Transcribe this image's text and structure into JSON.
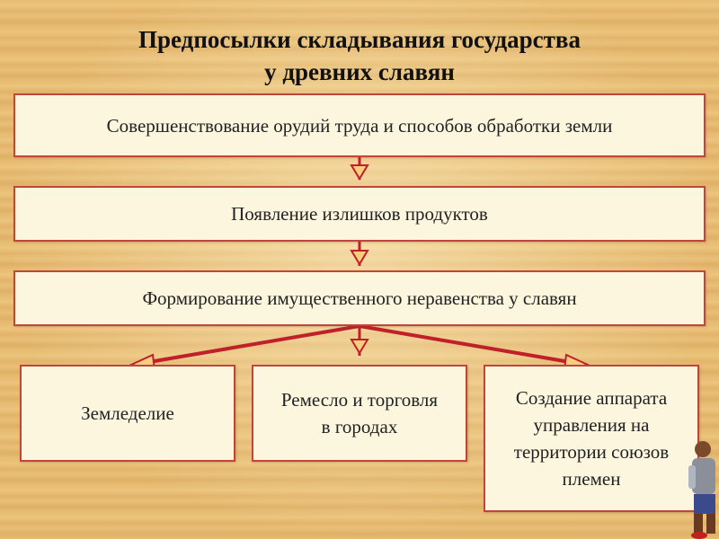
{
  "title": {
    "line1": "Предпосылки складывания государства",
    "line2": "у древних славян"
  },
  "boxes": {
    "tools": "Совершенствование орудий труда и способов обработки земли",
    "surplus": "Появление излишков продуктов",
    "inequality": "Формирование имущественного неравенства у славян",
    "agriculture": "Земледелие",
    "craft": {
      "line1": "Ремесло и торговля",
      "line2": "в городах"
    },
    "apparatus": {
      "line1": "Создание аппарата",
      "line2": "управления на",
      "line3": "территории союзов",
      "line4": "племен"
    }
  },
  "colors": {
    "border": "#c0453a",
    "arrow": "#c0202a",
    "box_fill": "#fdf6df"
  }
}
